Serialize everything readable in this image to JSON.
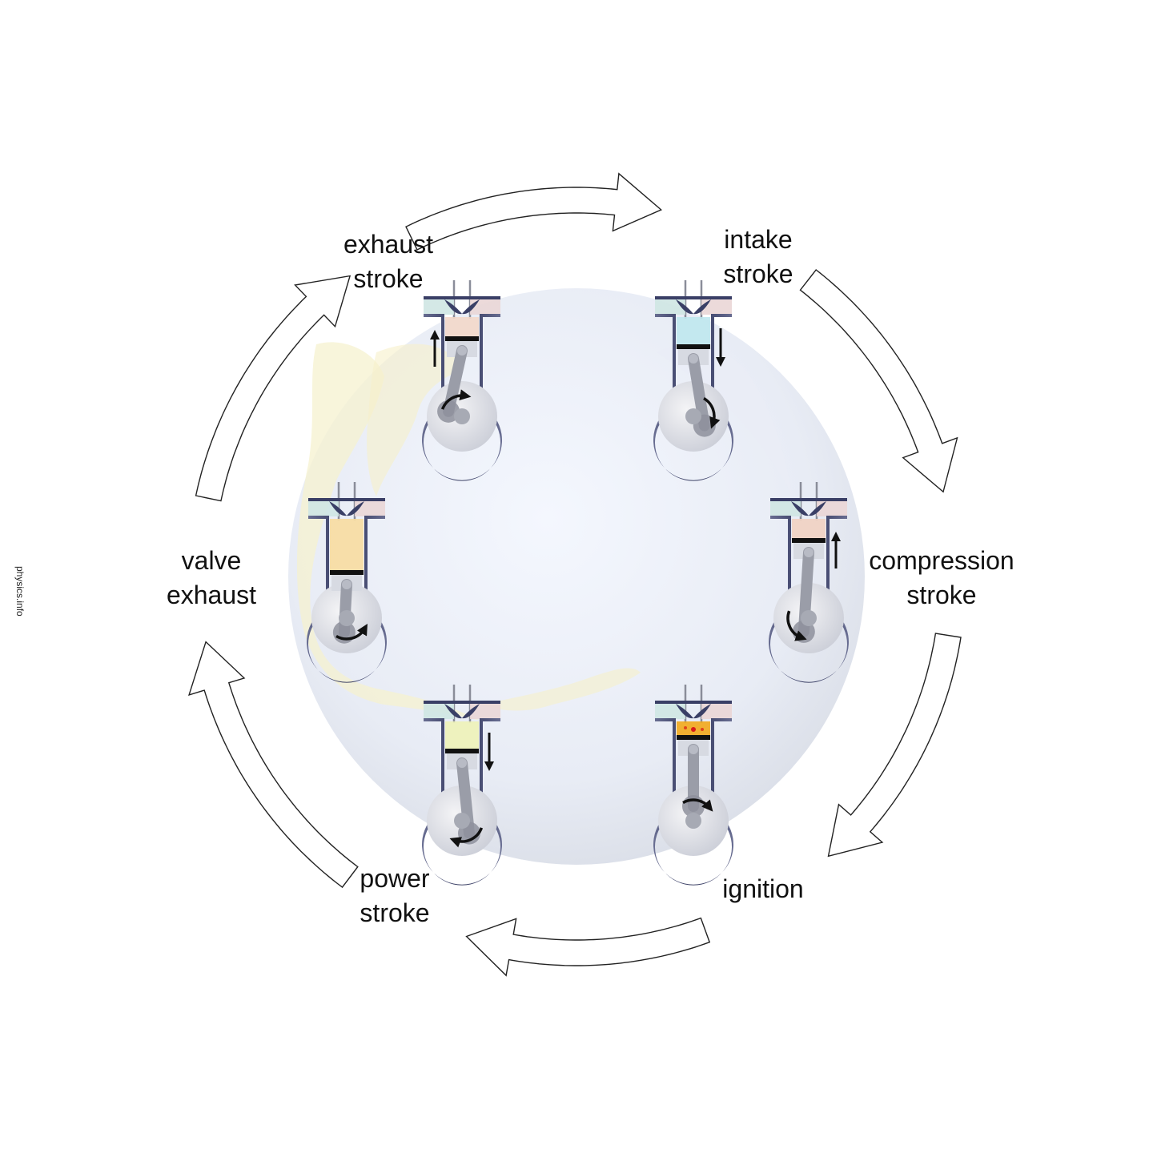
{
  "credit": "physics.info",
  "colors": {
    "globe": "#e6ebf5",
    "engine_frame": "#3a3f66",
    "fresh_charge": "#bfe7ee",
    "exhaust_gas": "#f3d7c9",
    "compressed": "#f1d2c2",
    "ignition_flame": "#f2a81c",
    "power_gas": "#eef2b8",
    "valve_exhaust_gas": "#f8dca0"
  },
  "stages": [
    {
      "id": "exhaust-stroke",
      "line1": "exhaust",
      "line2": "stroke",
      "fill": "#f3d7c9",
      "piston": "up"
    },
    {
      "id": "intake-stroke",
      "line1": "intake",
      "line2": "stroke",
      "fill": "#bfe7ee",
      "piston": "down"
    },
    {
      "id": "compression-stroke",
      "line1": "compression",
      "line2": "stroke",
      "fill": "#f1d2c2",
      "piston": "up"
    },
    {
      "id": "ignition",
      "line1": "ignition",
      "line2": "",
      "fill": "#f2a81c",
      "piston": "top"
    },
    {
      "id": "power-stroke",
      "line1": "power",
      "line2": "stroke",
      "fill": "#eef2b8",
      "piston": "down"
    },
    {
      "id": "valve-exhaust",
      "line1": "valve",
      "line2": "exhaust",
      "fill": "#f8dca0",
      "piston": "bottom"
    }
  ]
}
